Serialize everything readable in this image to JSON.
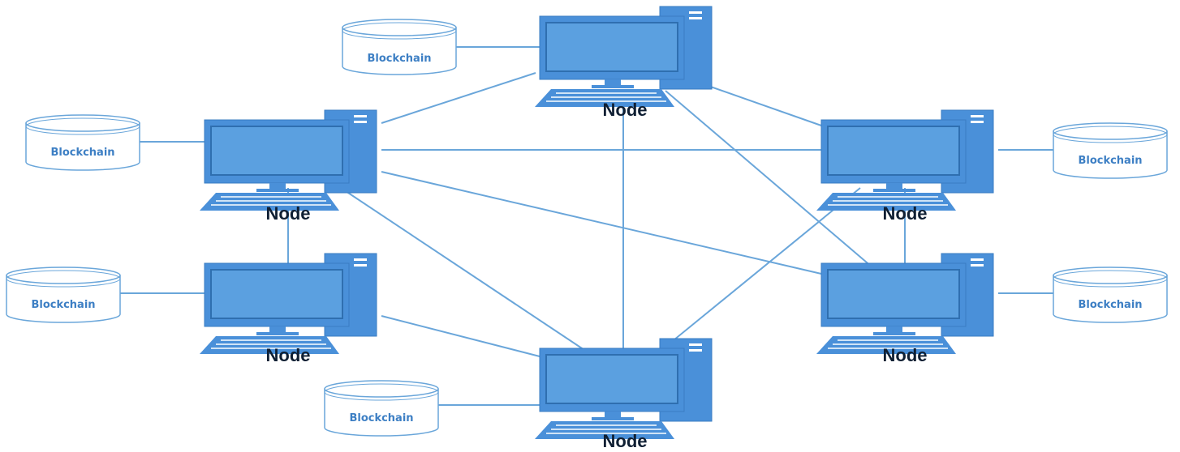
{
  "diagram": {
    "node_label": "Node",
    "blockchain_label": "Blockchain",
    "colors": {
      "computer": "#4a90d9",
      "screen": "#5ba0e0",
      "screen_border": "#2f6fb0",
      "link": "#6aa6da",
      "db_stroke": "#6aa6da",
      "db_text": "#3d7fc4",
      "label": "#0f1f33"
    },
    "nodes": [
      {
        "id": "top",
        "label": "Node",
        "db_label": "Blockchain"
      },
      {
        "id": "left-upper",
        "label": "Node",
        "db_label": "Blockchain"
      },
      {
        "id": "right-upper",
        "label": "Node",
        "db_label": "Blockchain"
      },
      {
        "id": "left-lower",
        "label": "Node",
        "db_label": "Blockchain"
      },
      {
        "id": "right-lower",
        "label": "Node",
        "db_label": "Blockchain"
      },
      {
        "id": "bottom",
        "label": "Node",
        "db_label": "Blockchain"
      }
    ],
    "links": [
      [
        "top",
        "left-upper"
      ],
      [
        "top",
        "right-upper"
      ],
      [
        "top",
        "bottom"
      ],
      [
        "top",
        "right-lower"
      ],
      [
        "left-upper",
        "right-upper"
      ],
      [
        "left-upper",
        "left-lower"
      ],
      [
        "left-upper",
        "bottom"
      ],
      [
        "left-upper",
        "right-lower"
      ],
      [
        "right-upper",
        "right-lower"
      ],
      [
        "right-upper",
        "bottom"
      ],
      [
        "left-lower",
        "bottom"
      ]
    ]
  }
}
